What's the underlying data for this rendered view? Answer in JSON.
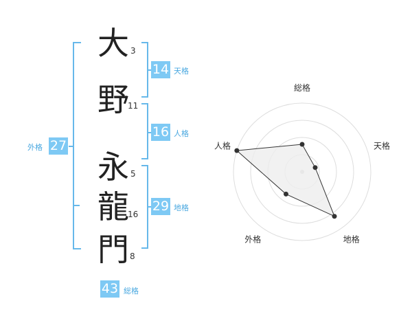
{
  "name_chars": [
    {
      "char": "大",
      "strokes": "3"
    },
    {
      "char": "野",
      "strokes": "11"
    },
    {
      "char": "永",
      "strokes": "5"
    },
    {
      "char": "龍",
      "strokes": "16"
    },
    {
      "char": "門",
      "strokes": "8"
    }
  ],
  "fortunes": {
    "ten": {
      "value": "14",
      "label": "天格"
    },
    "jin": {
      "value": "16",
      "label": "人格"
    },
    "chi": {
      "value": "29",
      "label": "地格"
    },
    "gai": {
      "value": "27",
      "label": "外格"
    },
    "sou": {
      "value": "43",
      "label": "総格"
    }
  },
  "chart_data": {
    "type": "radar",
    "axes": [
      "総格",
      "天格",
      "地格",
      "外格",
      "人格"
    ],
    "values": [
      2,
      1,
      4,
      2,
      5
    ],
    "max": 5,
    "rings": 4,
    "colors": {
      "fill": "#eeeeee",
      "stroke": "#333333",
      "grid": "#dddddd",
      "point": "#333333"
    }
  }
}
